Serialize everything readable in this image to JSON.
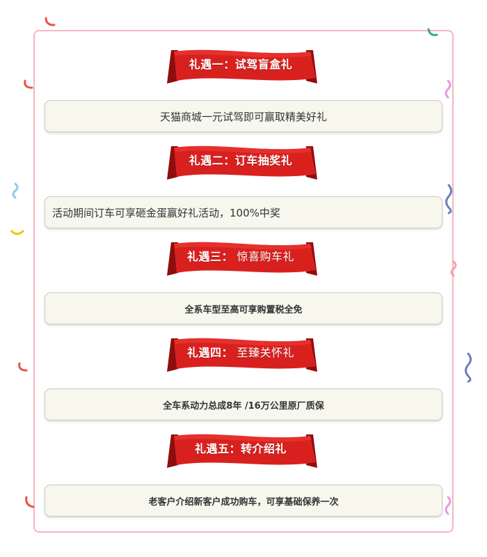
{
  "colors": {
    "ribbon_red": "#d8211f",
    "ribbon_dark": "#8e0d0d",
    "panel_border": "#f4b6bd",
    "box_bg": "#f7f7ee",
    "text": "#333333"
  },
  "sections": [
    {
      "ribbon_main": "礼遇一：试驾盲盒礼",
      "ribbon_sub": "",
      "description": "天猫商城一元试驾即可赢取精美好礼"
    },
    {
      "ribbon_main": "礼遇二：订车抽奖礼",
      "ribbon_sub": "",
      "description": "活动期间订车可享砸金蛋赢好礼活动，100%中奖"
    },
    {
      "ribbon_main": "礼遇三：",
      "ribbon_sub": " 惊喜购车礼",
      "description": "全系车型至高可享购置税全免"
    },
    {
      "ribbon_main": "礼遇四：",
      "ribbon_sub": " 至臻关怀礼",
      "description": "全车系动力总成8年 /16万公里原厂质保"
    },
    {
      "ribbon_main": "礼遇五：转介绍礼",
      "ribbon_sub": "",
      "description": "老客户介绍新客户成功购车，可享基础保养一次"
    }
  ]
}
